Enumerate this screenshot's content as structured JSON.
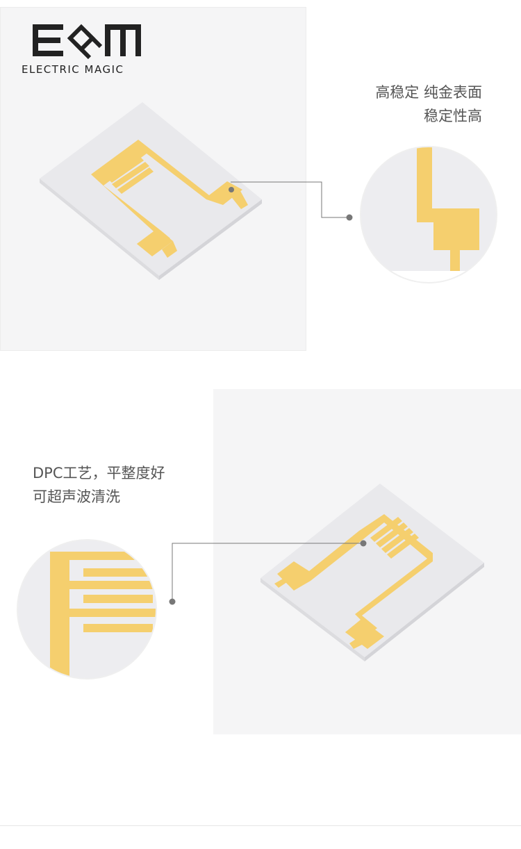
{
  "brand": {
    "logo_mark": "E&M",
    "logo_text": "ELECTRIC MAGIC"
  },
  "features": [
    {
      "caption_lines": [
        "高稳定 纯金表面",
        "稳定性高"
      ],
      "icon": "gold-pad-zoom-icon"
    },
    {
      "caption_lines": [
        "DPC工艺，平整度好",
        "可超声波清洗"
      ],
      "icon": "gold-fingers-zoom-icon"
    }
  ],
  "colors": {
    "gold": "#f5cf6e",
    "substrate": "#ededf0",
    "panel": "#f5f5f6",
    "connector": "#777777",
    "text": "#555555"
  }
}
